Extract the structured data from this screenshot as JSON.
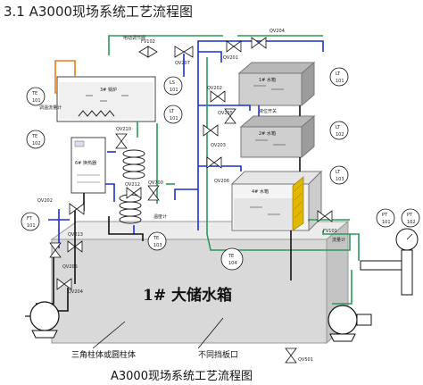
{
  "heading": "3.1 A3000现场系统工艺流程图",
  "caption": "A3000现场系统工艺流程图",
  "main_tank_label": "1# 大储水箱",
  "annotations": {
    "column_note": "三角柱体或圆柱体",
    "outlet_note": "不同挡板口"
  },
  "tanks": {
    "boiler": "3# 锅炉",
    "upper_small": "1# 水箱",
    "lower_small": "2# 水箱",
    "medium": "4# 水箱",
    "heat_exchanger": "6# 换热器"
  },
  "instrument_bubbles": [
    {
      "id": "TE",
      "tag": "TE",
      "num": "101"
    },
    {
      "id": "TE2",
      "tag": "TE",
      "num": "102"
    },
    {
      "id": "LS",
      "tag": "LS",
      "num": "101"
    },
    {
      "id": "LT-boiler",
      "tag": "LT",
      "num": "101"
    },
    {
      "id": "LT1",
      "tag": "LT",
      "num": "101"
    },
    {
      "id": "LT2",
      "tag": "LT",
      "num": "102"
    },
    {
      "id": "LT3",
      "tag": "LT",
      "num": "103"
    },
    {
      "id": "FT",
      "tag": "FT",
      "num": "101"
    },
    {
      "id": "TE3",
      "tag": "TE",
      "num": "103"
    },
    {
      "id": "TE4",
      "tag": "TE",
      "num": "104"
    },
    {
      "id": "PT1",
      "tag": "PT",
      "num": "101"
    },
    {
      "id": "PT2",
      "tag": "PT",
      "num": "102"
    }
  ],
  "valve_labels": {
    "fv102": "FV102",
    "qv207": "QV207",
    "qv201": "QV201",
    "qv204_top": "QV204",
    "qv202": "QV202",
    "qv205": "QV205",
    "qv203": "QV203",
    "qv206": "QV206",
    "qv210": "QV210",
    "qv212": "QV212",
    "qv700": "QV700",
    "fv101": "FV101",
    "qv213": "QV213",
    "qv202b": "QV202",
    "qv205b": "QV205",
    "qv204b": "QV204",
    "qv501": "QV501"
  },
  "text_snippets": {
    "boiler_note": "调温流量计",
    "feed_note": "电动调节阀",
    "small_note": "液位开关",
    "flow_label": "流量计",
    "temp_label": "温度计"
  },
  "colors": {
    "pipe_blue": "#1c2fd6",
    "pipe_green": "#2b9a55",
    "pipe_orange": "#ee7a12",
    "pipe_black": "#111111",
    "tank_fill": "#d8d8d8",
    "water_fill": "#eeeeee",
    "main_tank": "#dcdcdc",
    "baffle": "#e0b800"
  }
}
